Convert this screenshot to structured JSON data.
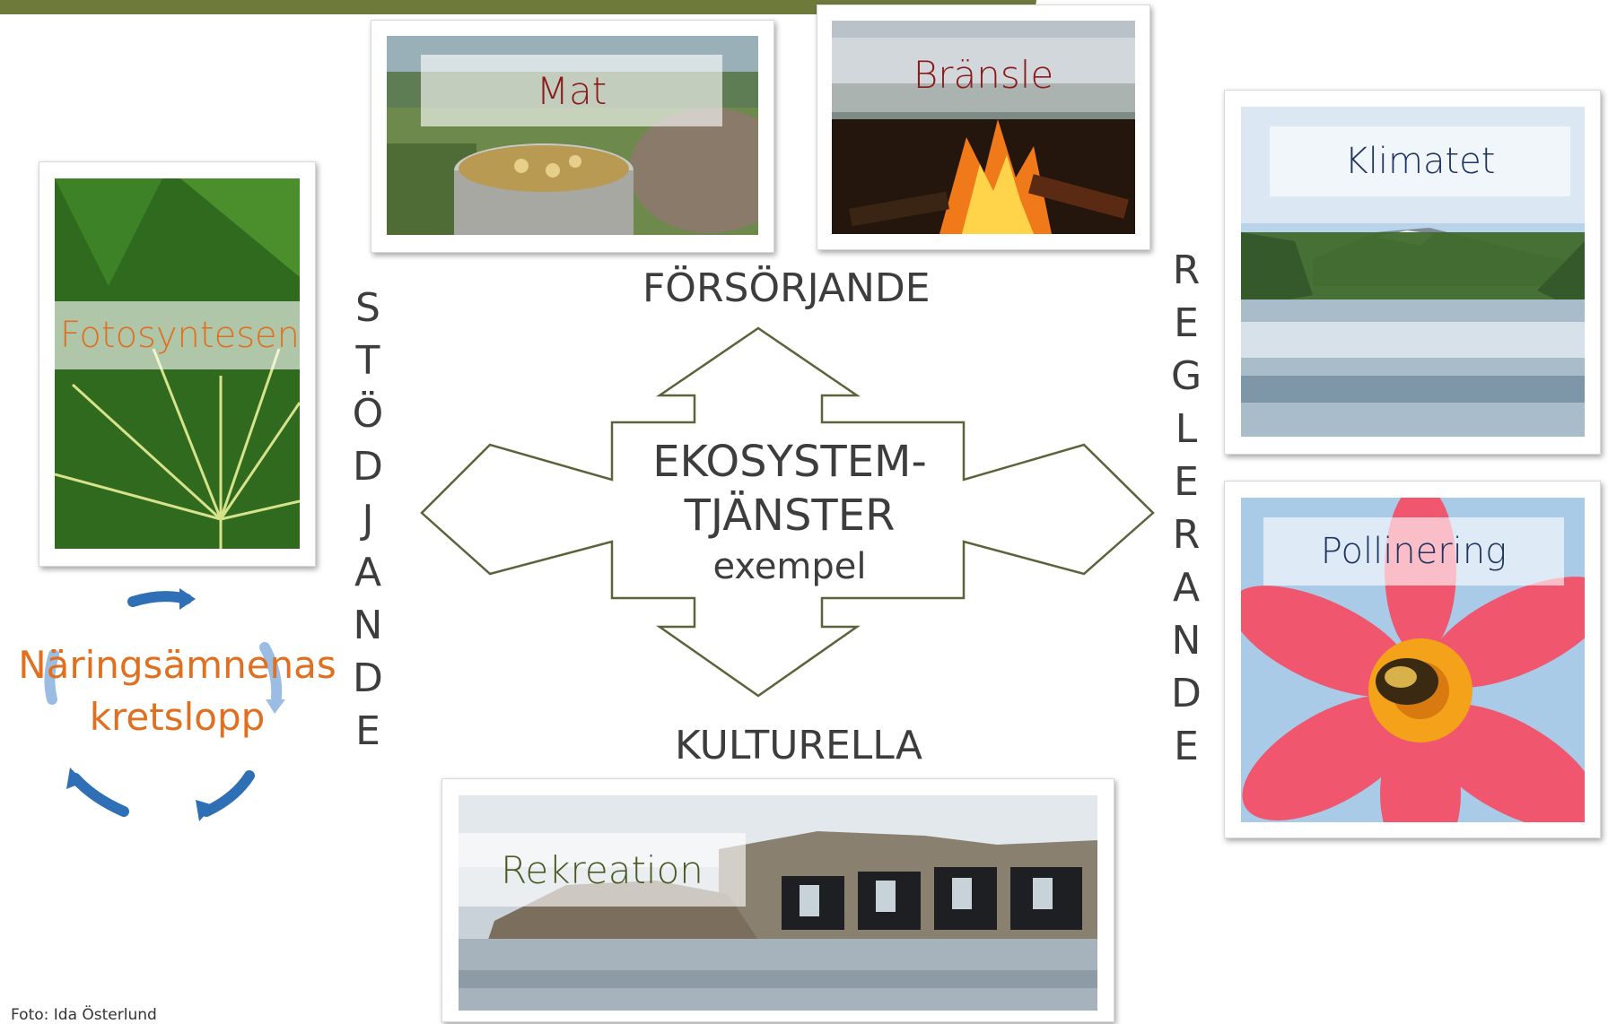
{
  "center": {
    "line1": "EKOSYSTEM-",
    "line2": "TJÄNSTER",
    "line3": "exempel"
  },
  "categories": {
    "top": "FÖRSÖRJANDE",
    "bottom": "KULTURELLA",
    "left_letters": [
      "S",
      "T",
      "Ö",
      "D",
      "J",
      "A",
      "N",
      "D",
      "E"
    ],
    "right_letters": [
      "R",
      "E",
      "G",
      "L",
      "E",
      "R",
      "A",
      "N",
      "D",
      "E"
    ]
  },
  "photos": {
    "mat": "Mat",
    "bransle": "Bränsle",
    "fotosyntesen": "Fotosyntesen",
    "klimatet": "Klimatet",
    "pollinering": "Pollinering",
    "rekreation": "Rekreation"
  },
  "nutrient_cycle": {
    "line1": "Näringsämnenas",
    "line2": "kretslopp"
  },
  "credit": "Foto: Ida Österlund",
  "colors": {
    "header_bar": "#6e7a3a",
    "arrow_stroke": "#5a6339",
    "text_orange": "#e07020",
    "text_darkred": "#8b1a1a",
    "text_navy": "#1f3560",
    "text_green": "#4a5a25",
    "cycle_arrows": "#2f6fb5"
  }
}
